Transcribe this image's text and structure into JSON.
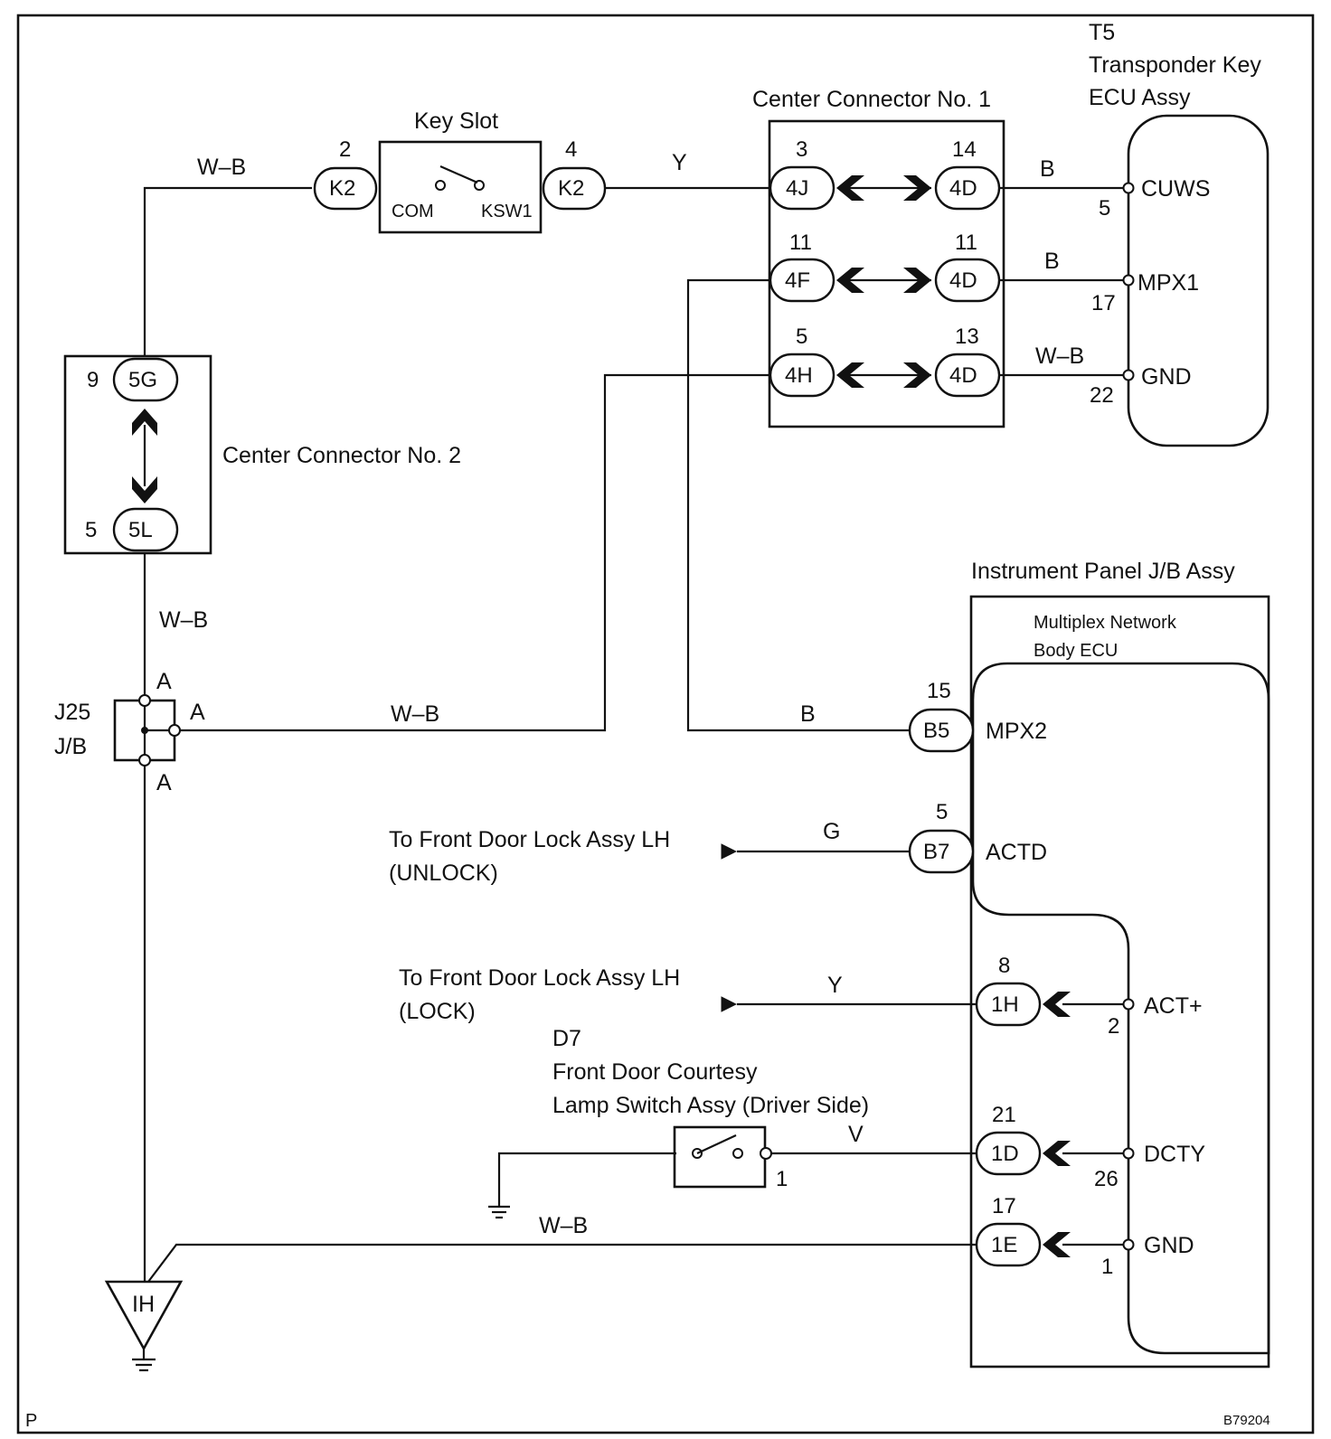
{
  "diagram": {
    "corner_left": "P",
    "corner_right": "B79204",
    "components": {
      "transponder_ecu": {
        "code": "T5",
        "name_line1": "Transponder Key",
        "name_line2": "ECU Assy",
        "terminals": [
          {
            "name": "CUWS",
            "pin": "5"
          },
          {
            "name": "MPX1",
            "pin": "17"
          },
          {
            "name": "GND",
            "pin": "22"
          }
        ]
      },
      "center_connector_1": {
        "title": "Center Connector No. 1",
        "rows": [
          {
            "left": "4J",
            "left_pin": "3",
            "right": "4D",
            "right_pin": "14"
          },
          {
            "left": "4F",
            "left_pin": "11",
            "right": "4D",
            "right_pin": "11"
          },
          {
            "left": "4H",
            "left_pin": "5",
            "right": "4D",
            "right_pin": "13"
          }
        ]
      },
      "center_connector_2": {
        "title": "Center Connector No. 2",
        "top": "5G",
        "top_pin": "9",
        "bottom": "5L",
        "bottom_pin": "5"
      },
      "key_slot": {
        "title": "Key Slot",
        "left_connector": "K2",
        "left_pin": "2",
        "right_connector": "K2",
        "right_pin": "4",
        "com": "COM",
        "ksw": "KSW1"
      },
      "jb": {
        "code": "J25",
        "name": "J/B",
        "pin_top": "A",
        "pin_right": "A",
        "pin_bottom": "A"
      },
      "ground": {
        "label": "IH"
      },
      "instrument_panel": {
        "title": "Instrument Panel J/B Assy",
        "ecu_line1": "Multiplex Network",
        "ecu_line2": "Body ECU",
        "terminals": [
          {
            "connector": "B5",
            "pin": "15",
            "name": "MPX2"
          },
          {
            "connector": "B7",
            "pin": "5",
            "name": "ACTD"
          },
          {
            "connector": "1H",
            "pin": "8",
            "name": "ACT+",
            "inner_pin": "2"
          },
          {
            "connector": "1D",
            "pin": "21",
            "name": "DCTY",
            "inner_pin": "26"
          },
          {
            "connector": "1E",
            "pin": "17",
            "name": "GND",
            "inner_pin": "1"
          }
        ]
      },
      "door_switch": {
        "code": "D7",
        "name_line1": "Front Door Courtesy",
        "name_line2": "Lamp Switch Assy (Driver Side)",
        "pin": "1"
      }
    },
    "destinations": [
      {
        "line1": "To Front Door Lock Assy LH",
        "line2": "(UNLOCK)"
      },
      {
        "line1": "To Front Door Lock Assy LH",
        "line2": "(LOCK)"
      }
    ],
    "wire_colors": {
      "gnd_to_keyslot": "W–B",
      "keyslot_to_cc1": "Y",
      "cuws": "B",
      "mpx1": "B",
      "gnd_ecu": "W–B",
      "cc2_to_jb": "W–B",
      "jb_to_cc1": "W–B",
      "mpx2": "B",
      "actd": "G",
      "act_plus": "Y",
      "dcty": "V",
      "gnd_ipjb": "W–B"
    }
  }
}
